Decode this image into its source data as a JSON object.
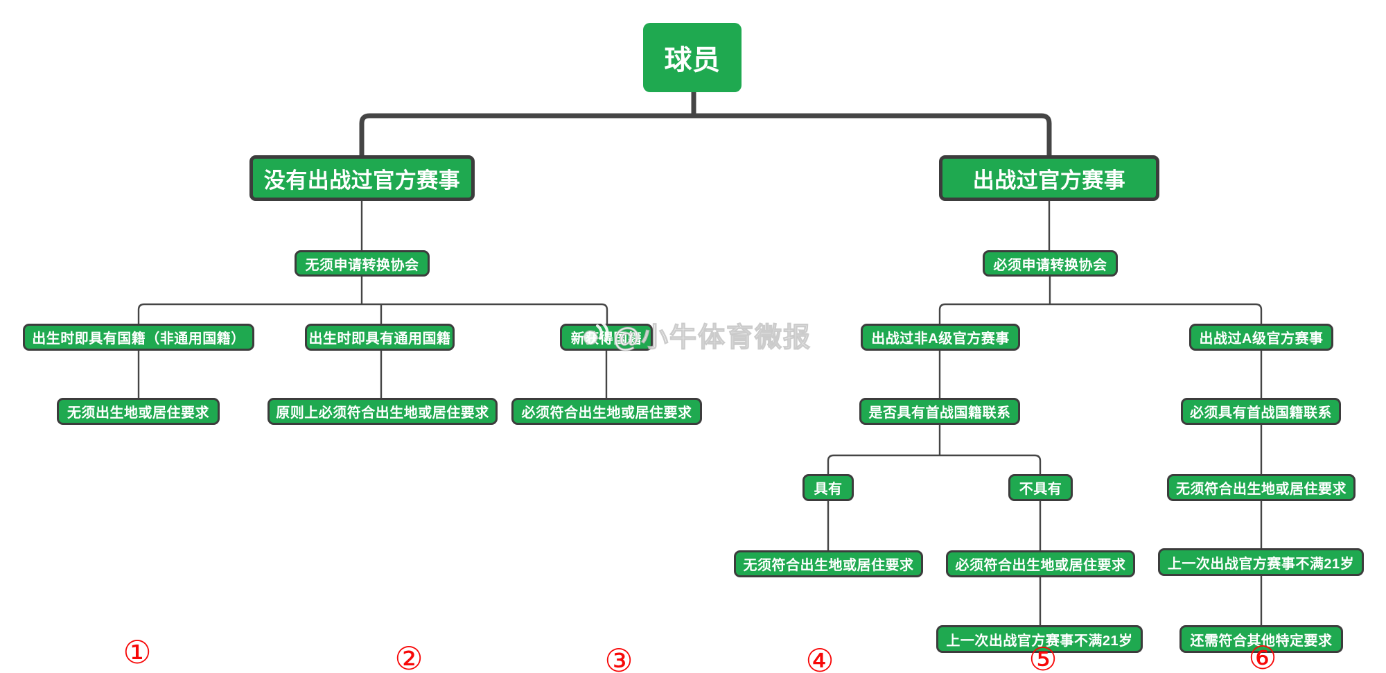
{
  "colors": {
    "node_green": "#1FA950",
    "node_border": "#3C3C3C",
    "connector": "#454545",
    "annotation_red": "#F70808"
  },
  "diagram": {
    "root": "球员",
    "left": {
      "condition": "没有出战过官方赛事",
      "action": "无须申请转换协会",
      "cases": [
        {
          "case": "出生时即具有国籍（非通用国籍）",
          "requirement": "无须出生地或居住要求"
        },
        {
          "case": "出生时即具有通用国籍",
          "requirement": "原则上必须符合出生地或居住要求"
        },
        {
          "case": "新获得国籍",
          "requirement": "必须符合出生地或居住要求"
        }
      ]
    },
    "right": {
      "condition": "出战过官方赛事",
      "action": "必须申请转换协会",
      "cases": [
        {
          "case": "出战过非A级官方赛事",
          "question": "是否具有首战国籍联系",
          "answers": [
            {
              "answer": "具有",
              "requirement": "无须符合出生地或居住要求"
            },
            {
              "answer": "不具有",
              "requirement": "必须符合出生地或居住要求",
              "extra": "上一次出战官方赛事不满21岁"
            }
          ]
        },
        {
          "case": "出战过A级官方赛事",
          "steps": [
            "必须具有首战国籍联系",
            "无须符合出生地或居住要求",
            "上一次出战官方赛事不满21岁",
            "还需符合其他特定要求"
          ]
        }
      ]
    }
  },
  "annotations": {
    "labels": [
      "①",
      "②",
      "③",
      "④",
      "⑤",
      "⑥"
    ]
  },
  "watermark": {
    "text": "@小牛体育微报",
    "icon": "broadcast-icon"
  }
}
